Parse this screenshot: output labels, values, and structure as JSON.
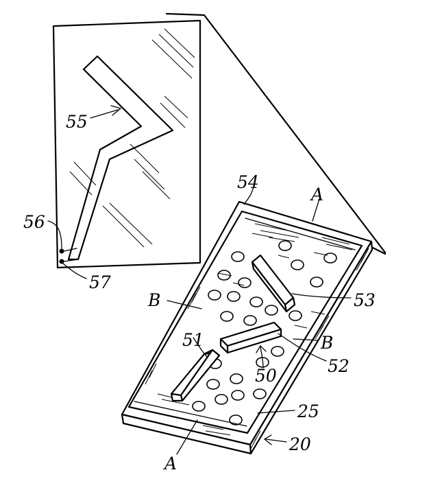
{
  "labels": {
    "ref_55": "55",
    "ref_56": "56",
    "ref_57": "57",
    "ref_54": "54",
    "ref_A_top": "A",
    "ref_53": "53",
    "ref_B_left": "B",
    "ref_B_right": "B",
    "ref_51": "51",
    "ref_52": "52",
    "ref_50": "50",
    "ref_25": "25",
    "ref_A_bottom": "A",
    "ref_20": "20"
  }
}
